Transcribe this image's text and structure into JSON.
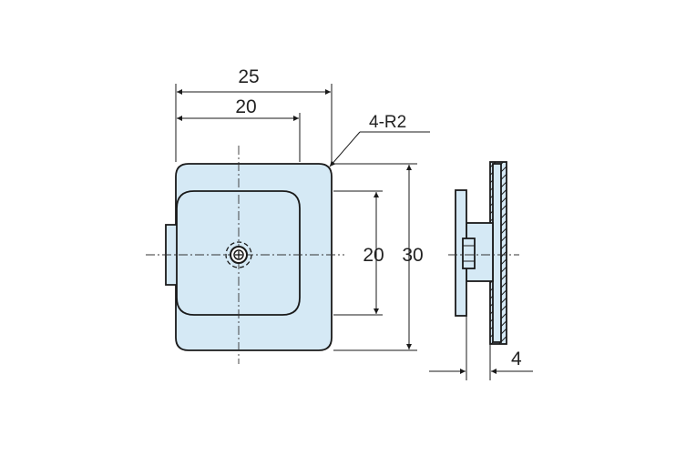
{
  "colors": {
    "part_fill": "#d5e9f5",
    "line": "#1a1a1a",
    "background": "#ffffff"
  },
  "dimensions": {
    "overall_width": "25",
    "inner_width": "20",
    "corner_radius": "4-R2",
    "inner_height": "20",
    "overall_height": "30",
    "thickness": "4"
  }
}
